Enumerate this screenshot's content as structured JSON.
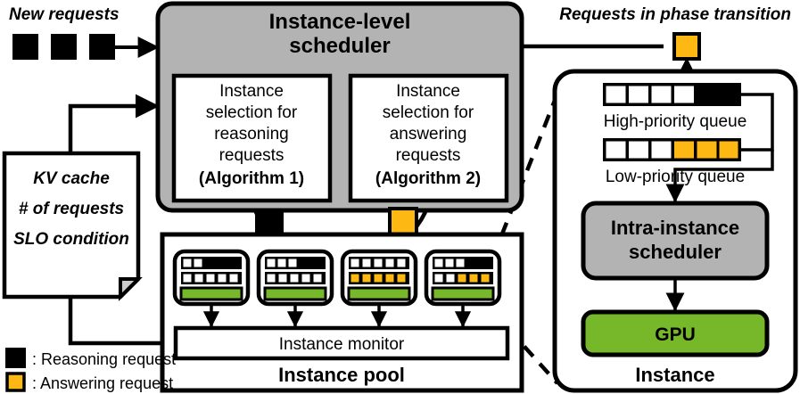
{
  "diagram": {
    "title": "Instance-level scheduler architecture",
    "colors": {
      "reasoning_black": "#000000",
      "answering_orange": "#FDB813",
      "gpu_green": "#76B82A",
      "scheduler_gray": "#B3B3B3",
      "background": "#FFFFFF",
      "stroke": "#000000"
    }
  },
  "labels": {
    "new_requests": "New requests",
    "phase_transition": "Requests in phase transition"
  },
  "scheduler": {
    "title_line1": "Instance-level",
    "title_line2": "scheduler",
    "boxes": [
      {
        "id": "algorithm-1",
        "line1": "Instance",
        "line2": "selection for",
        "line3": "reasoning",
        "line4": "requests",
        "line5": "(Algorithm 1)",
        "algorithm": "Algorithm 1"
      },
      {
        "id": "algorithm-2",
        "line1": "Instance",
        "line2": "selection for",
        "line3": "answering",
        "line4": "requests",
        "line5": "(Algorithm 2)",
        "algorithm": "Algorithm 2"
      }
    ]
  },
  "kv_note": {
    "line1": "KV cache",
    "line2": "# of requests",
    "line3": "SLO condition"
  },
  "instance_pool": {
    "title": "Instance pool",
    "monitor_label": "Instance monitor",
    "instances": [
      {
        "id": "instance-1",
        "row_top": [
          "white",
          "white",
          "black",
          "black",
          "black"
        ],
        "row_mid": [
          "white",
          "white",
          "white",
          "white",
          "white"
        ],
        "gpu": "green"
      },
      {
        "id": "instance-2",
        "row_top": [
          "white",
          "white",
          "white",
          "black",
          "black"
        ],
        "row_mid": [
          "white",
          "white",
          "white",
          "white",
          "white"
        ],
        "gpu": "green"
      },
      {
        "id": "instance-3",
        "row_top": [
          "white",
          "white",
          "white",
          "white",
          "white"
        ],
        "row_mid": [
          "orange",
          "orange",
          "orange",
          "orange",
          "orange"
        ],
        "gpu": "green"
      },
      {
        "id": "instance-4",
        "row_top": [
          "white",
          "white",
          "white",
          "black",
          "black"
        ],
        "row_mid": [
          "white",
          "white",
          "orange",
          "orange",
          "orange"
        ],
        "gpu": "green"
      }
    ]
  },
  "instance_panel": {
    "title": "Instance",
    "high_queue": {
      "label": "High-priority queue",
      "cells": [
        "white",
        "white",
        "white",
        "white",
        "black",
        "black"
      ]
    },
    "low_queue": {
      "label": "Low-priority queue",
      "cells": [
        "white",
        "white",
        "white",
        "orange",
        "orange",
        "orange"
      ]
    },
    "intra_scheduler_line1": "Intra-instance",
    "intra_scheduler_line2": "scheduler",
    "gpu_label": "GPU"
  },
  "legend": {
    "items": [
      {
        "swatch": "black",
        "text": ": Reasoning request"
      },
      {
        "swatch": "orange",
        "text": ": Answering request"
      }
    ]
  }
}
